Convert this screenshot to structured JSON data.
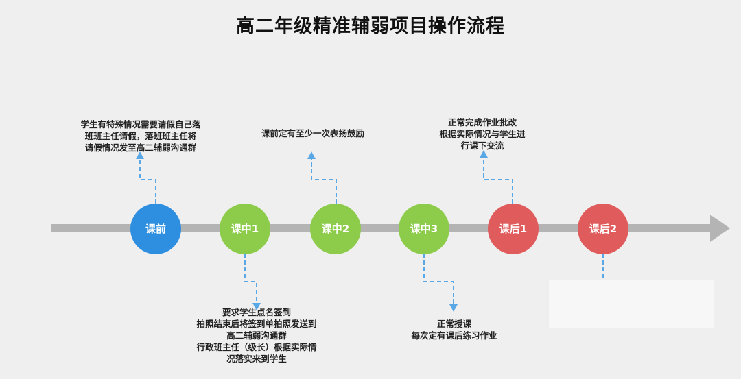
{
  "title": "高二年级精准辅弱项目操作流程",
  "colors": {
    "axis": "#b4b4b4",
    "connector": "#5aa7e6",
    "blue": "#2e8fe0",
    "green": "#8dcc4a",
    "red": "#e05c5c"
  },
  "nodes": [
    {
      "label": "课前",
      "color": "blue"
    },
    {
      "label": "课中1",
      "color": "green"
    },
    {
      "label": "课中2",
      "color": "green"
    },
    {
      "label": "课中3",
      "color": "green"
    },
    {
      "label": "课后1",
      "color": "red"
    },
    {
      "label": "课后2",
      "color": "red"
    }
  ],
  "notes": {
    "pre": [
      "学生有特殊情况需要请假自己落",
      "班班主任请假，落班班主任将",
      "请假情况发至高二辅弱沟通群"
    ],
    "mid1": [
      "要求学生点名签到",
      "拍照结束后将签到单拍照发送到",
      "高二辅弱沟通群",
      "行政班主任（级长）根据实际情",
      "况落实来到学生"
    ],
    "mid2": [
      "课前定有至少一次表扬鼓励"
    ],
    "mid3": [
      "正常授课",
      "每次定有课后练习作业"
    ],
    "post1": [
      "正常完成作业批改",
      "根据实际情况与学生进",
      "行课下交流"
    ]
  }
}
